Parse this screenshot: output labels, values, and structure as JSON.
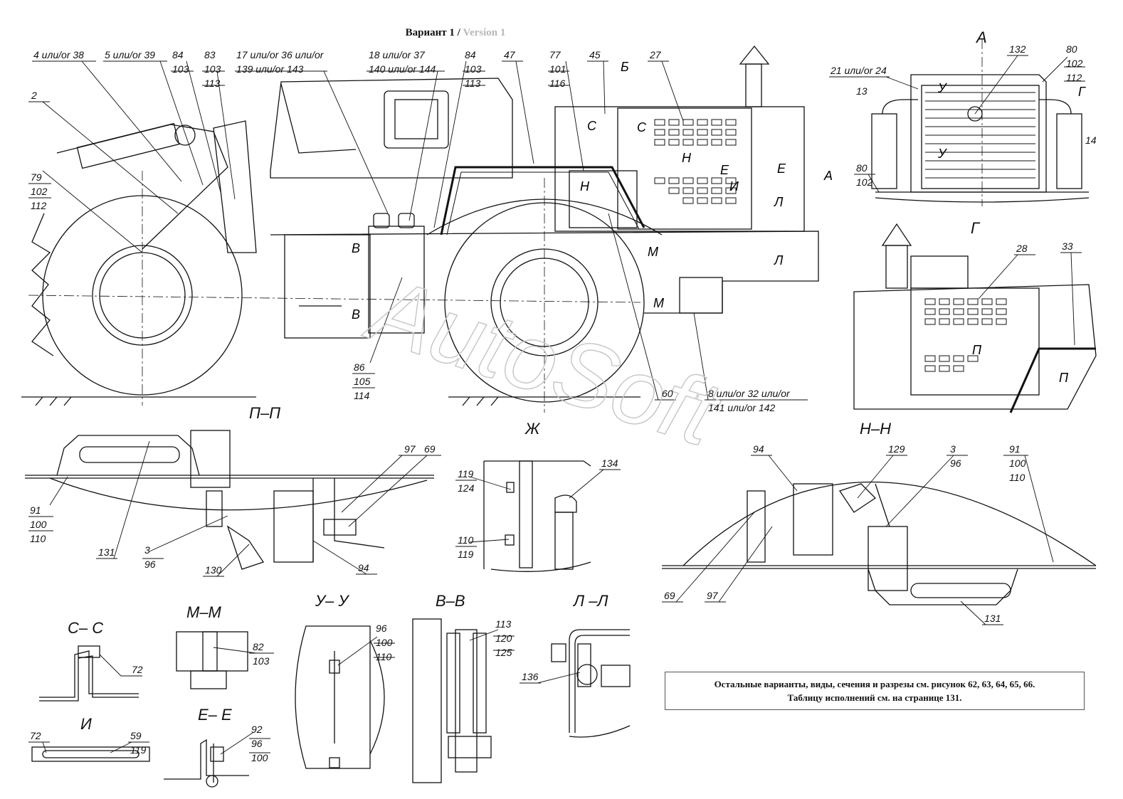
{
  "header": {
    "title_main": "Вариант 1 /",
    "title_version": "Version 1"
  },
  "note": {
    "line1": "Остальные варианты, виды, сечения и разрезы см. рисунок 62, 63, 64, 65, 66.",
    "line2": "Таблицу исполнений см. на странице 131."
  },
  "watermark": "AutoSoft",
  "sections": [
    "А",
    "Г",
    "П–П",
    "Ж",
    "Н–Н",
    "С– С",
    "М–М",
    "У– У",
    "В–В",
    "Л –Л",
    "И",
    "Е– Е"
  ],
  "view_markers": [
    "Б",
    "С",
    "С",
    "Н",
    "Н",
    "Е",
    "Е",
    "И",
    "А",
    "Л",
    "Л",
    "М",
    "М",
    "В",
    "В",
    "У",
    "У",
    "Г",
    "П",
    "П"
  ],
  "callouts": [
    [
      "4 или/or 38"
    ],
    [
      "5 или/or 39"
    ],
    [
      "84",
      "103"
    ],
    [
      "83",
      "103",
      "113"
    ],
    [
      "17 или/or 36 или/or",
      "139 или/or 143"
    ],
    [
      "18 или/or 37",
      "140 или/or 144"
    ],
    [
      "84",
      "103",
      "113"
    ],
    [
      "47"
    ],
    [
      "77",
      "101",
      "116"
    ],
    [
      "45"
    ],
    [
      "27"
    ],
    [
      "2"
    ],
    [
      "79",
      "102",
      "112"
    ],
    [
      "86",
      "105",
      "114"
    ],
    [
      "60"
    ],
    [
      "8 или/or 32 или/or",
      "141 или/or 142"
    ],
    [
      "132"
    ],
    [
      "21 или/or 24"
    ],
    [
      "80",
      "102",
      "112"
    ],
    [
      "13"
    ],
    [
      "14"
    ],
    [
      "80",
      "102"
    ],
    [
      "28"
    ],
    [
      "33"
    ],
    [
      "97"
    ],
    [
      "69"
    ],
    [
      "91",
      "100",
      "110"
    ],
    [
      "131"
    ],
    [
      "3",
      "96"
    ],
    [
      "130"
    ],
    [
      "94"
    ],
    [
      "119",
      "124"
    ],
    [
      "134"
    ],
    [
      "110",
      "119"
    ],
    [
      "94"
    ],
    [
      "129"
    ],
    [
      "3",
      "96"
    ],
    [
      "91",
      "100",
      "110"
    ],
    [
      "69"
    ],
    [
      "97"
    ],
    [
      "131"
    ],
    [
      "72"
    ],
    [
      "82",
      "103"
    ],
    [
      "96",
      "100",
      "110"
    ],
    [
      "113",
      "120",
      "125"
    ],
    [
      "136"
    ],
    [
      "72"
    ],
    [
      "59",
      "119"
    ],
    [
      "92",
      "96",
      "100"
    ]
  ]
}
